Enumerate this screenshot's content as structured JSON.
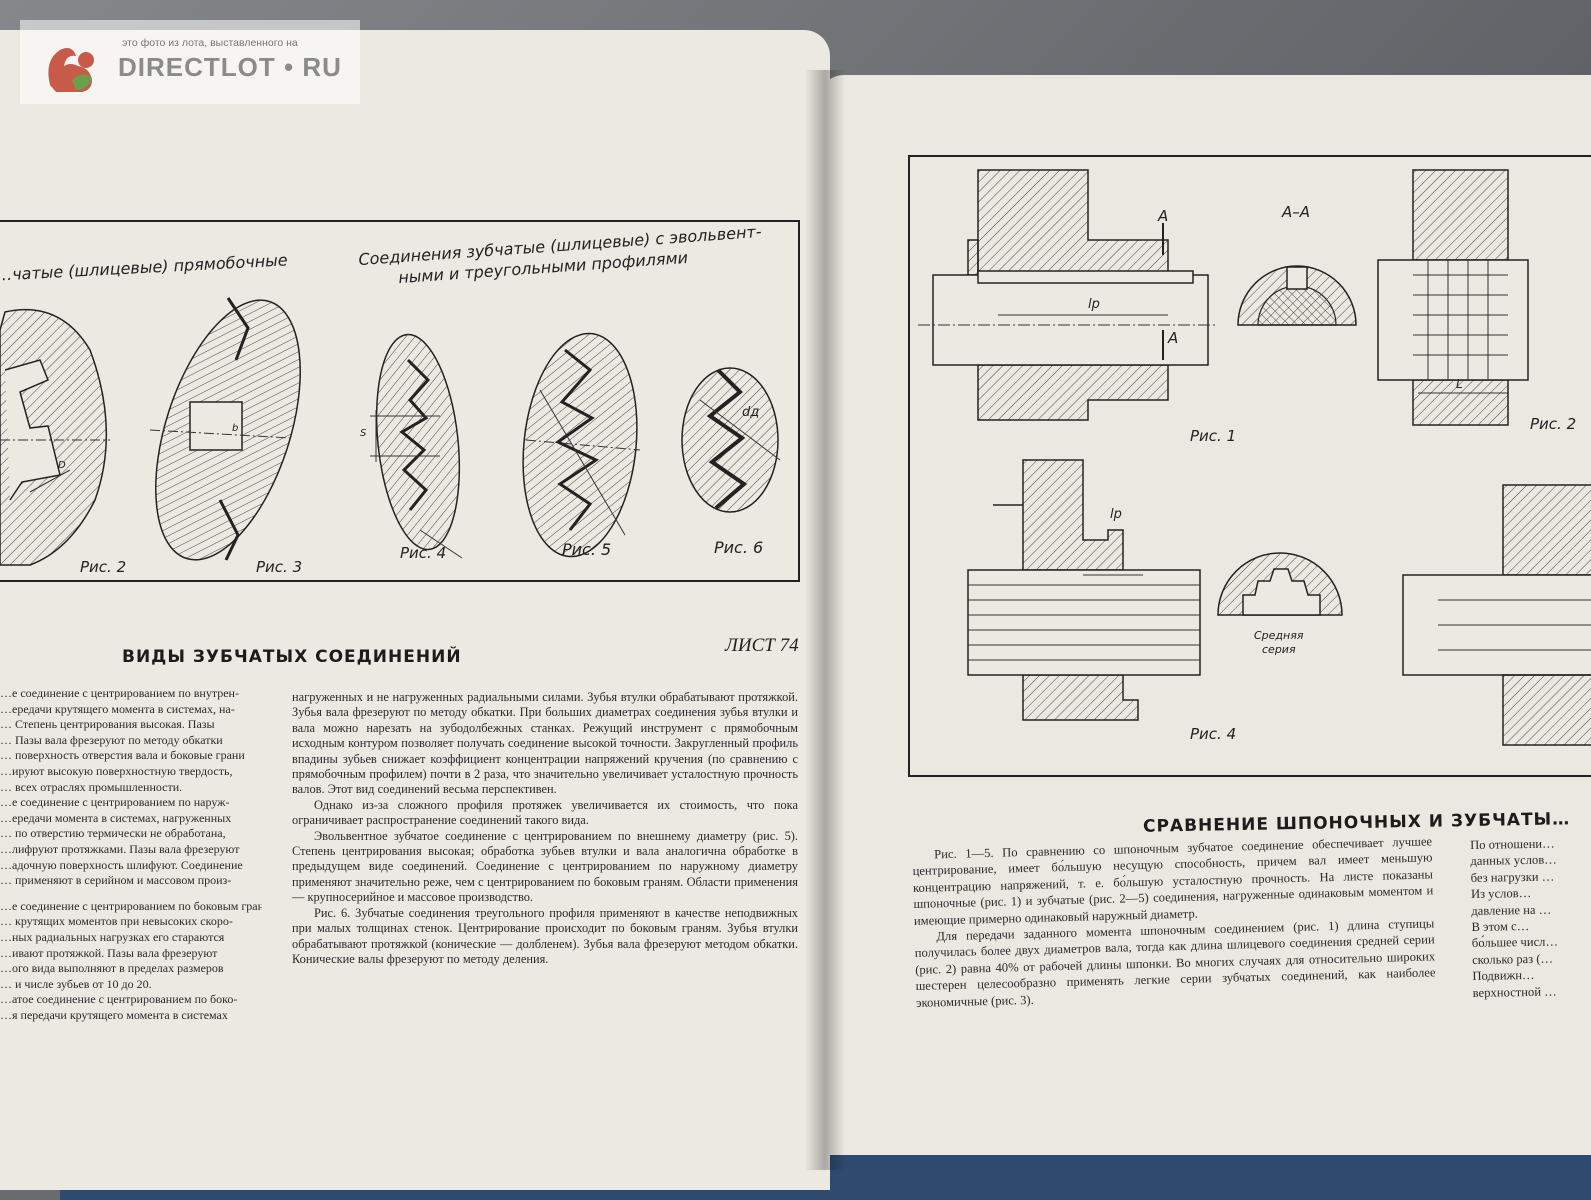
{
  "watermark": {
    "note": "это фото из лота, выставленного на",
    "logo": "DIRECTLOT • RU"
  },
  "left_page": {
    "caption_left": "…чатые (шлицевые) прямобочные",
    "caption_right_1": "Соединения зубчатые (шлицевые) с эвольвент-",
    "caption_right_2": "ными и треугольными профилями",
    "figures": [
      "Рис. 2",
      "Рис. 3",
      "Рис. 4",
      "Рис. 5",
      "Рис. 6"
    ],
    "dim_labels": {
      "d": "D",
      "b": "b",
      "s": "S",
      "dd": "dд"
    },
    "sheet": "ЛИСТ 74",
    "title": "ВИДЫ ЗУБЧАТЫХ СОЕДИНЕНИЙ",
    "col1": [
      "…е соединение с центрированием по внутрен-",
      "…ередачи крутящего момента в системах, на-",
      "… Степень центрирования высокая. Пазы",
      "… Пазы вала фрезеруют по методу обкатки",
      "… поверхность отверстия вала и боковые грани",
      "…ируют высокую поверхностную твердость,",
      "… всех отраслях промышленности.",
      "…е соединение с центрированием по наруж-",
      "…ередачи момента в системах, нагруженных",
      "… по отверстию термически не обработана,",
      "…лифруют протяжками. Пазы вала фрезеруют",
      "…адочную поверхность шлифуют. Соединение",
      "… применяют в серийном и массовом произ-",
      "…е соединение с центрированием по боковым граням",
      "… крутящих моментов при невысоких скоро-",
      "…ных радиальных нагрузках его стараются",
      "…ивают протяжкой. Пазы вала фрезеруют",
      "…ого вида выполняют в пределах размеров",
      "… и числе зубьев от 10 до 20.",
      "…атое соединение с центрированием по боко-",
      "…я передачи крутящего момента в системах"
    ],
    "col2": [
      "нагруженных и не нагруженных радиальными силами. Зубья втулки обрабатывают протяжкой. Зубья вала фрезеруют по методу обкатки. При больших диаметрах соединения зубья втулки и вала можно нарезать на зубодолбежных станках. Режущий инструмент с прямобочным исходным контуром позволяет получать соединение высокой точности. Закругленный профиль впадины зубьев снижает коэффициент концентрации напряжений кручения (по сравнению с прямобочным профилем) почти в 2 раза, что значительно увеличивает усталостную прочность валов. Этот вид соединений весьма перспективен.",
      "Однако из-за сложного профиля протяжек увеличивается их стоимость, что пока ограничивает распространение соединений такого вида.",
      "Эвольвентное зубчатое соединение с центрированием по внешнему диаметру (рис. 5). Степень центрирования высокая; обработка зубьев втулки и вала аналогична обработке в предыдущем виде соединений. Соединение с центрированием по наружному диаметру применяют значительно реже, чем с центрированием по боковым граням. Области применения — крупносерийное и массовое производство.",
      "Рис. 6. Зубчатые соединения треугольного профиля применяют в качестве неподвижных при малых толщинах стенок. Центрирование происходит по боковым граням. Зубья втулки обрабатывают протяжкой (конические — долбленем). Зубья вала фрезеруют методом обкатки. Конические валы фрезеруют по методу деления."
    ]
  },
  "right_page": {
    "section_a": "А",
    "section_aa": "А–А",
    "lp": "lр",
    "l": "L",
    "figures": [
      "Рис. 1",
      "Рис. 2",
      "Рис. 4"
    ],
    "series_1": "Средняя",
    "series_2": "серия",
    "title": "СРАВНЕНИЕ ШПОНОЧНЫХ И ЗУБЧАТЫ…",
    "col1": [
      "Рис. 1—5. По сравнению со шпоночным зубчатое соединение обеспечивает лучшее центрирование, имеет бо́льшую несущую способность, причем вал имеет меньшую концентрацию напряжений, т. е. бо́льшую усталостную прочность. На листе показаны шпоночные (рис. 1) и зубчатые (рис. 2—5) соединения, нагруженные одинаковым моментом и имеющие примерно одинаковый наружный диаметр.",
      "Для передачи заданного момента шпоночным соединением (рис. 1) длина ступицы получилась более двух диаметров вала, тогда как длина шлицевого соединения средней серии (рис. 2) равна 40% от рабочей длины шпонки. Во многих случаях для относительно широких шестерен целесообразно применять легкие серии зубчатых соединений, как наиболее экономичные (рис. 3)."
    ],
    "col2": [
      "По отношени…",
      "данных услов…",
      "без нагрузки …",
      "Из услов…",
      "давление на …",
      "В этом с…",
      "бо́льшее числ…",
      "сколько раз (…",
      "Подвижн…",
      "верхностной …"
    ]
  }
}
